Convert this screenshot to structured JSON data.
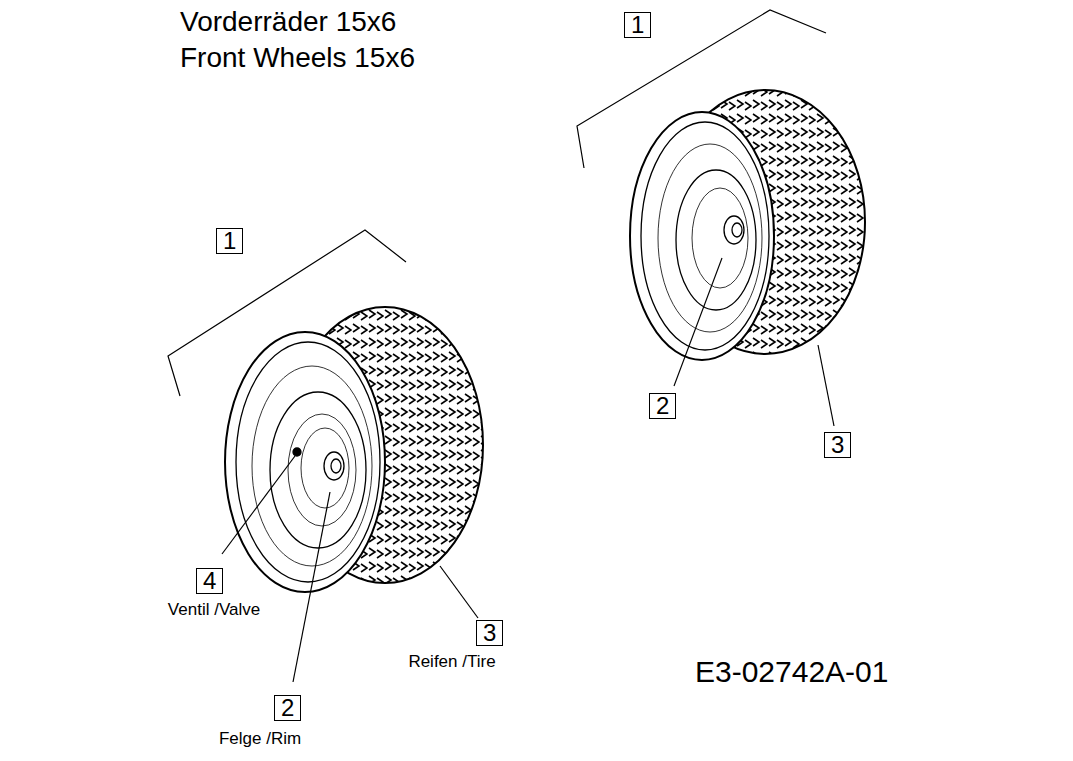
{
  "diagram": {
    "title": "Vorderräder 15x6 Front Wheels 15x6",
    "nodes": [
      {
        "text": [
          "1"
        ]
      },
      {
        "text": [
          "1"
        ]
      },
      {
        "text": [
          "2"
        ]
      },
      {
        "text": [
          "3"
        ]
      },
      {
        "text": [
          "4",
          "Ventil /Valve"
        ]
      },
      {
        "text": [
          "3",
          "Reifen /Tire"
        ]
      },
      {
        "text": [
          "2",
          "Felge /Rim"
        ]
      }
    ],
    "labels": [
      "E3-02742A-01"
    ]
  }
}
